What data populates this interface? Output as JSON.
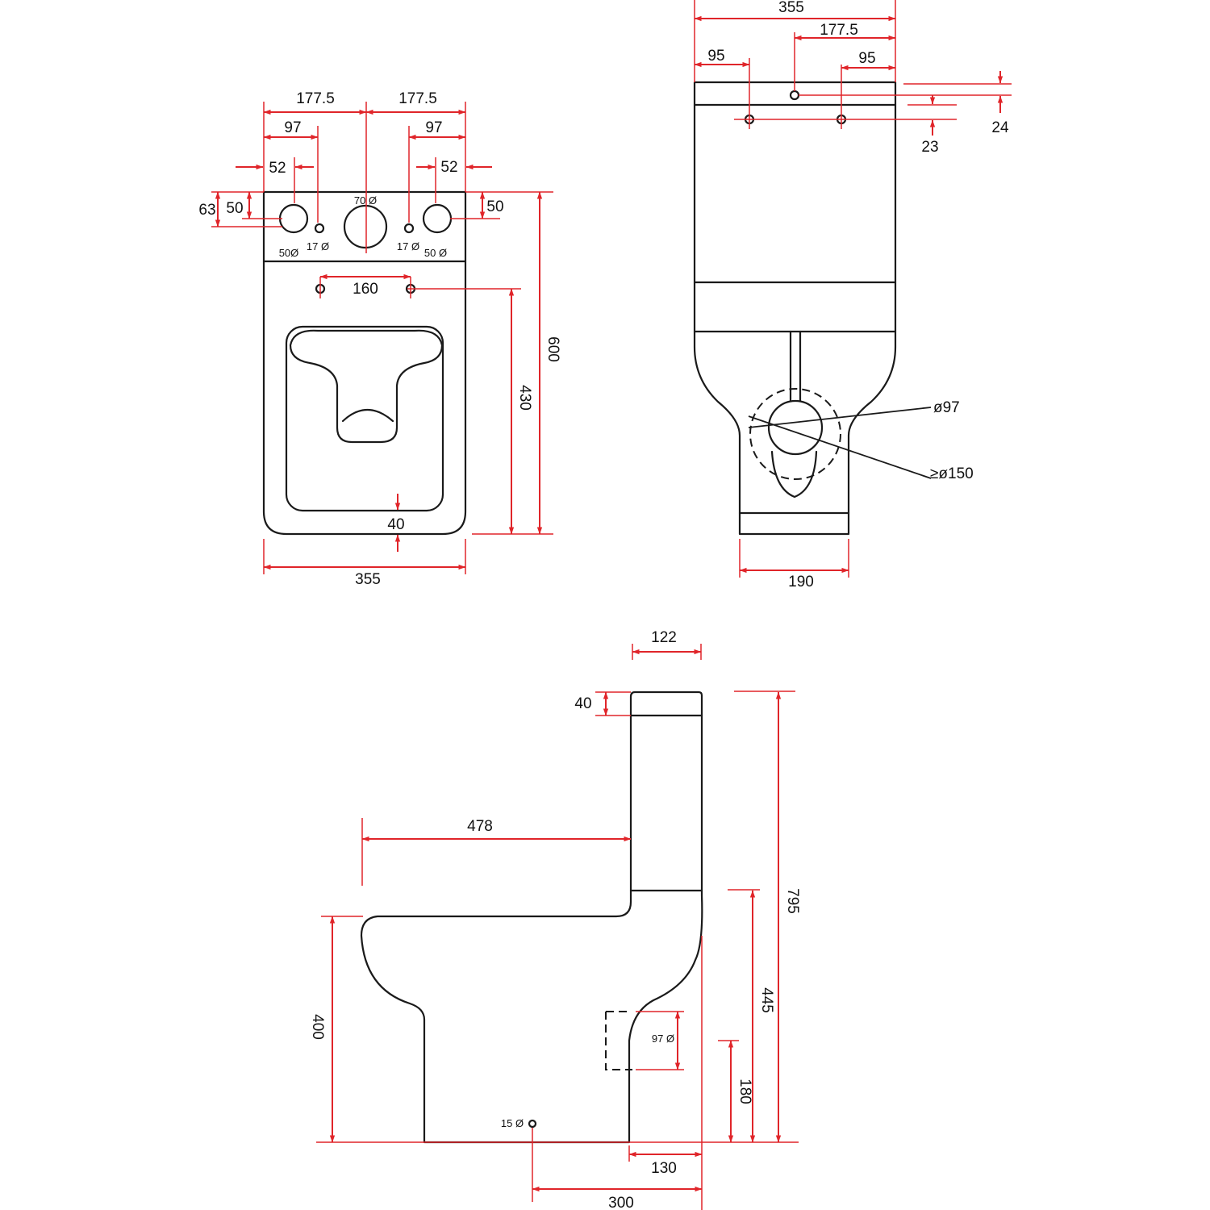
{
  "colors": {
    "dimension": "#e0252a",
    "outline": "#1a1a1a",
    "background": "#ffffff"
  },
  "top_view": {
    "width": "355",
    "tap_offset_left": "177.5",
    "tap_offset_right": "177.5",
    "fixing_left": "97",
    "fixing_right": "97",
    "button_left": "52",
    "button_right": "52",
    "edge_63": "63",
    "edge_50_left": "50",
    "edge_50_right": "50",
    "hole_50_left": "50Ø",
    "hole_17_left": "17 Ø",
    "hole_70": "70 Ø",
    "hole_17_right": "17 Ø",
    "hole_50_right": "50 Ø",
    "seat_fix": "160",
    "depth_600": "600",
    "depth_430": "430",
    "rim_40": "40"
  },
  "rear_view": {
    "width": "355",
    "offset": "177.5",
    "left_95": "95",
    "right_95": "95",
    "gap_24": "24",
    "gap_23": "23",
    "outlet": "ø97",
    "outlet_min": "≥ø150",
    "base": "190"
  },
  "side_view": {
    "cistern_depth": "122",
    "lid": "40",
    "projection": "478",
    "height": "795",
    "seat_height": "400",
    "outlet_height": "445",
    "outlet_dia": "97 Ø",
    "outlet_center": "180",
    "fixing_hole": "15 Ø",
    "rear_130": "130",
    "rear_300": "300"
  }
}
